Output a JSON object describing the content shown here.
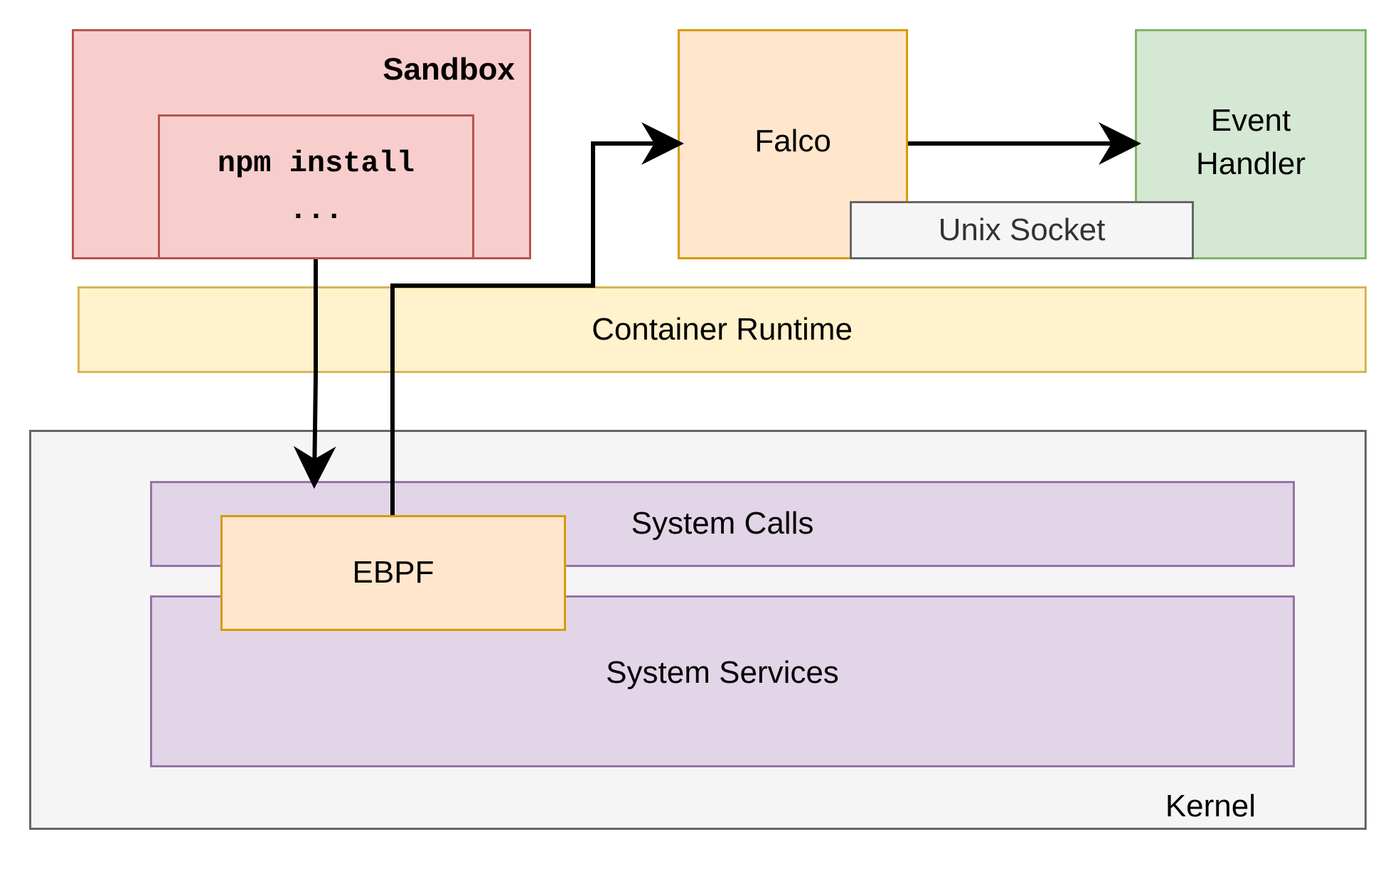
{
  "diagram": {
    "sandbox": {
      "title": "Sandbox",
      "command": "npm install",
      "ellipsis": "..."
    },
    "falco": {
      "label": "Falco"
    },
    "event_handler": {
      "line1": "Event",
      "line2": "Handler"
    },
    "unix_socket": {
      "label": "Unix Socket"
    },
    "container_runtime": {
      "label": "Container Runtime"
    },
    "kernel": {
      "label": "Kernel"
    },
    "system_calls": {
      "label": "System Calls"
    },
    "ebpf": {
      "label": "EBPF"
    },
    "system_services": {
      "label": "System Services"
    }
  },
  "colors": {
    "sandbox_fill": "#f8cecc",
    "sandbox_stroke": "#b85450",
    "orange_fill": "#ffe6cc",
    "orange_stroke": "#d79b00",
    "green_fill": "#d5e8d4",
    "green_stroke": "#82b366",
    "gray_fill": "#f5f5f5",
    "gray_stroke": "#666666",
    "yellow_fill": "#fff2cc",
    "yellow_stroke": "#d6b656",
    "purple_fill": "#e1d5e7",
    "purple_stroke": "#9673a6",
    "arrow": "#000000"
  }
}
